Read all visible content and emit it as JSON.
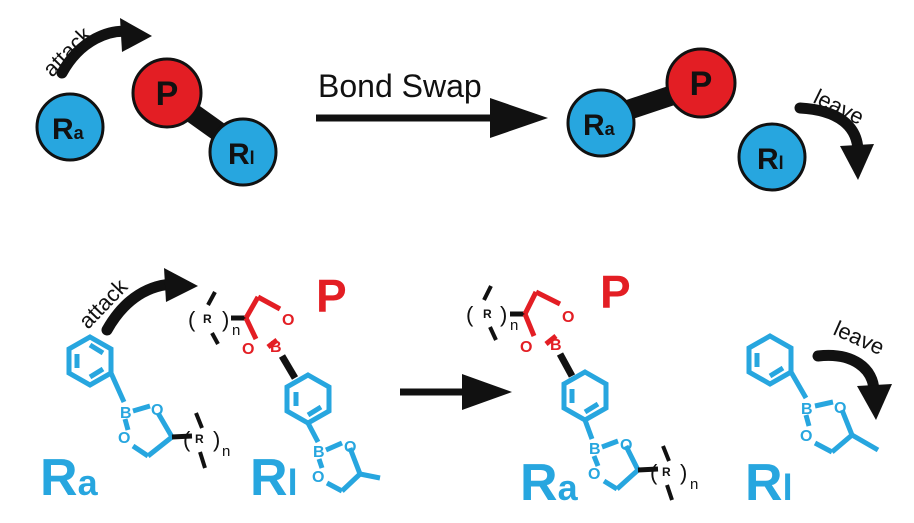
{
  "colors": {
    "blue": "#27a6df",
    "red": "#e31e24",
    "black": "#111111",
    "stroke": "#1a1a1a"
  },
  "top": {
    "attack": "attack",
    "leave": "leave",
    "bond_swap": "Bond Swap",
    "P": "P",
    "R_big": "R",
    "a_sub": "a",
    "l_sub": "l"
  },
  "bottom": {
    "attack": "attack",
    "leave": "leave",
    "P": "P",
    "R_big": "R",
    "a_sub": "a",
    "l_sub": "l",
    "atom_B": "B",
    "atom_O": "O",
    "R_group": "R",
    "n": "n",
    "paren_open": "(",
    "paren_close": ")"
  }
}
